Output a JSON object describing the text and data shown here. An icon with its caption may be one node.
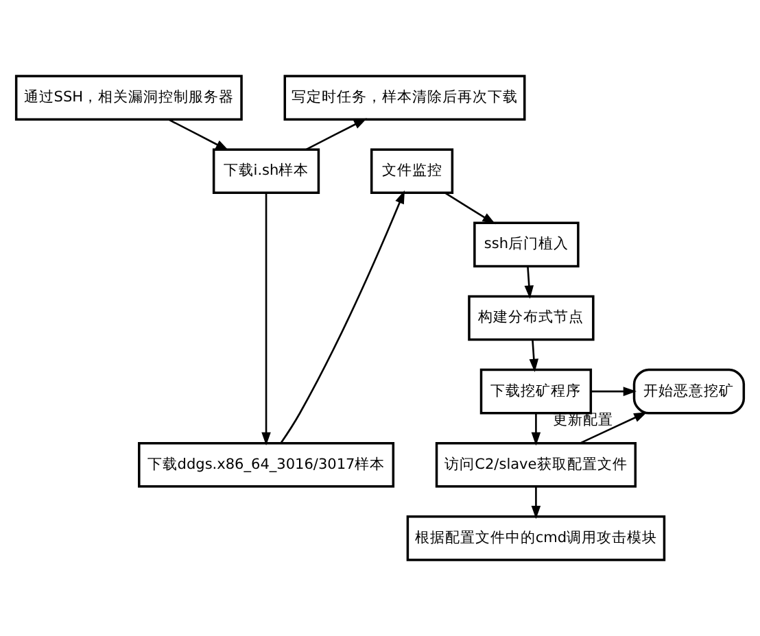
{
  "diagram": {
    "nodes": [
      {
        "text": [
          "通过SSH，相关漏洞控制服务器"
        ]
      },
      {
        "text": [
          "下载i.sh样本"
        ]
      },
      {
        "text": [
          "写定时任务，样本清除后再次下载"
        ]
      },
      {
        "text": [
          "文件监控"
        ]
      },
      {
        "text": [
          "ssh后门植入"
        ]
      },
      {
        "text": [
          "构建分布式节点"
        ]
      },
      {
        "text": [
          "下载挖矿程序"
        ]
      },
      {
        "text": [
          "访问C2/slave获取配置文件"
        ]
      },
      {
        "text": [
          "根据配置文件中的cmd调用攻击模块"
        ]
      },
      {
        "text": [
          "下载ddgs.x86_64_3016/3017样本"
        ]
      },
      {
        "text": [
          "开始恶意挖矿"
        ]
      }
    ],
    "edges": [
      {
        "from": 0,
        "to": 1,
        "arrow": "to"
      },
      {
        "from": 1,
        "to": 2,
        "arrow": "to"
      },
      {
        "from": 1,
        "to": 9,
        "arrow": "to"
      },
      {
        "from": 9,
        "to": 3,
        "arrow": "to"
      },
      {
        "from": 3,
        "to": 4,
        "arrow": "to"
      },
      {
        "from": 4,
        "to": 5,
        "arrow": "to"
      },
      {
        "from": 5,
        "to": 6,
        "arrow": "to"
      },
      {
        "from": 6,
        "to": 10,
        "arrow": "to"
      },
      {
        "from": 6,
        "to": 7,
        "arrow": "to"
      },
      {
        "from": 7,
        "to": 8,
        "arrow": "to"
      },
      {
        "from": 7,
        "to": 10,
        "label": "更新配置",
        "arrow": "to"
      }
    ]
  }
}
